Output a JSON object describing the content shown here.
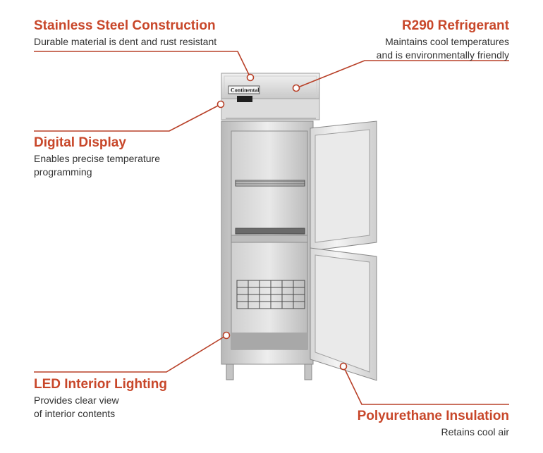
{
  "colors": {
    "accent": "#c8472a",
    "leader": "#b84028",
    "text": "#333333"
  },
  "fridge": {
    "brand": "Continental"
  },
  "features": {
    "steel": {
      "title": "Stainless Steel Construction",
      "lines": [
        "Durable material is dent and rust resistant"
      ]
    },
    "refrigerant": {
      "title": "R290 Refrigerant",
      "lines": [
        "Maintains cool temperatures",
        "and is environmentally friendly"
      ]
    },
    "display": {
      "title": "Digital Display",
      "lines": [
        "Enables precise temperature",
        "programming"
      ]
    },
    "led": {
      "title": "LED Interior Lighting",
      "lines": [
        "Provides clear view",
        "of interior contents"
      ]
    },
    "insulation": {
      "title": "Polyurethane Insulation",
      "lines": [
        "Retains cool air"
      ]
    }
  }
}
